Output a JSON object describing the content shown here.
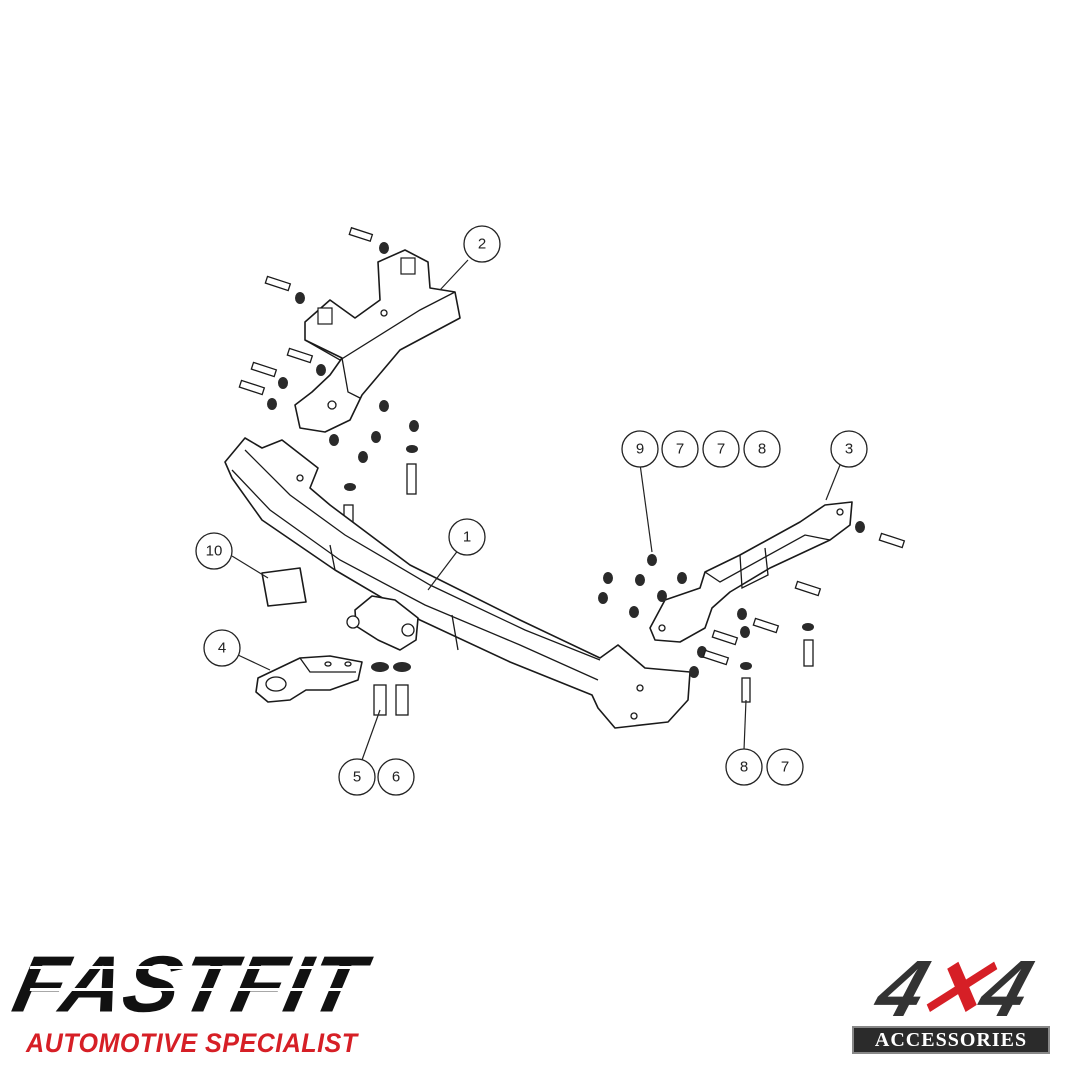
{
  "diagram": {
    "callouts": [
      {
        "id": "c2",
        "label": "2"
      },
      {
        "id": "c1",
        "label": "1"
      },
      {
        "id": "c3",
        "label": "3"
      },
      {
        "id": "c9",
        "label": "9"
      },
      {
        "id": "c7a",
        "label": "7"
      },
      {
        "id": "c7b",
        "label": "7"
      },
      {
        "id": "c8a",
        "label": "8"
      },
      {
        "id": "c10",
        "label": "10"
      },
      {
        "id": "c4",
        "label": "4"
      },
      {
        "id": "c5",
        "label": "5"
      },
      {
        "id": "c6",
        "label": "6"
      },
      {
        "id": "c8b",
        "label": "8"
      },
      {
        "id": "c7c",
        "label": "7"
      }
    ]
  },
  "branding": {
    "left_logo": {
      "wordmark": "FASTFIT",
      "tagline": "AUTOMOTIVE SPECIALIST",
      "tagline_color": "#d61f26"
    },
    "right_logo": {
      "mark_left": "4",
      "mark_right": "4",
      "badge": "ACCESSORIES",
      "accent_color": "#d61f26"
    }
  }
}
